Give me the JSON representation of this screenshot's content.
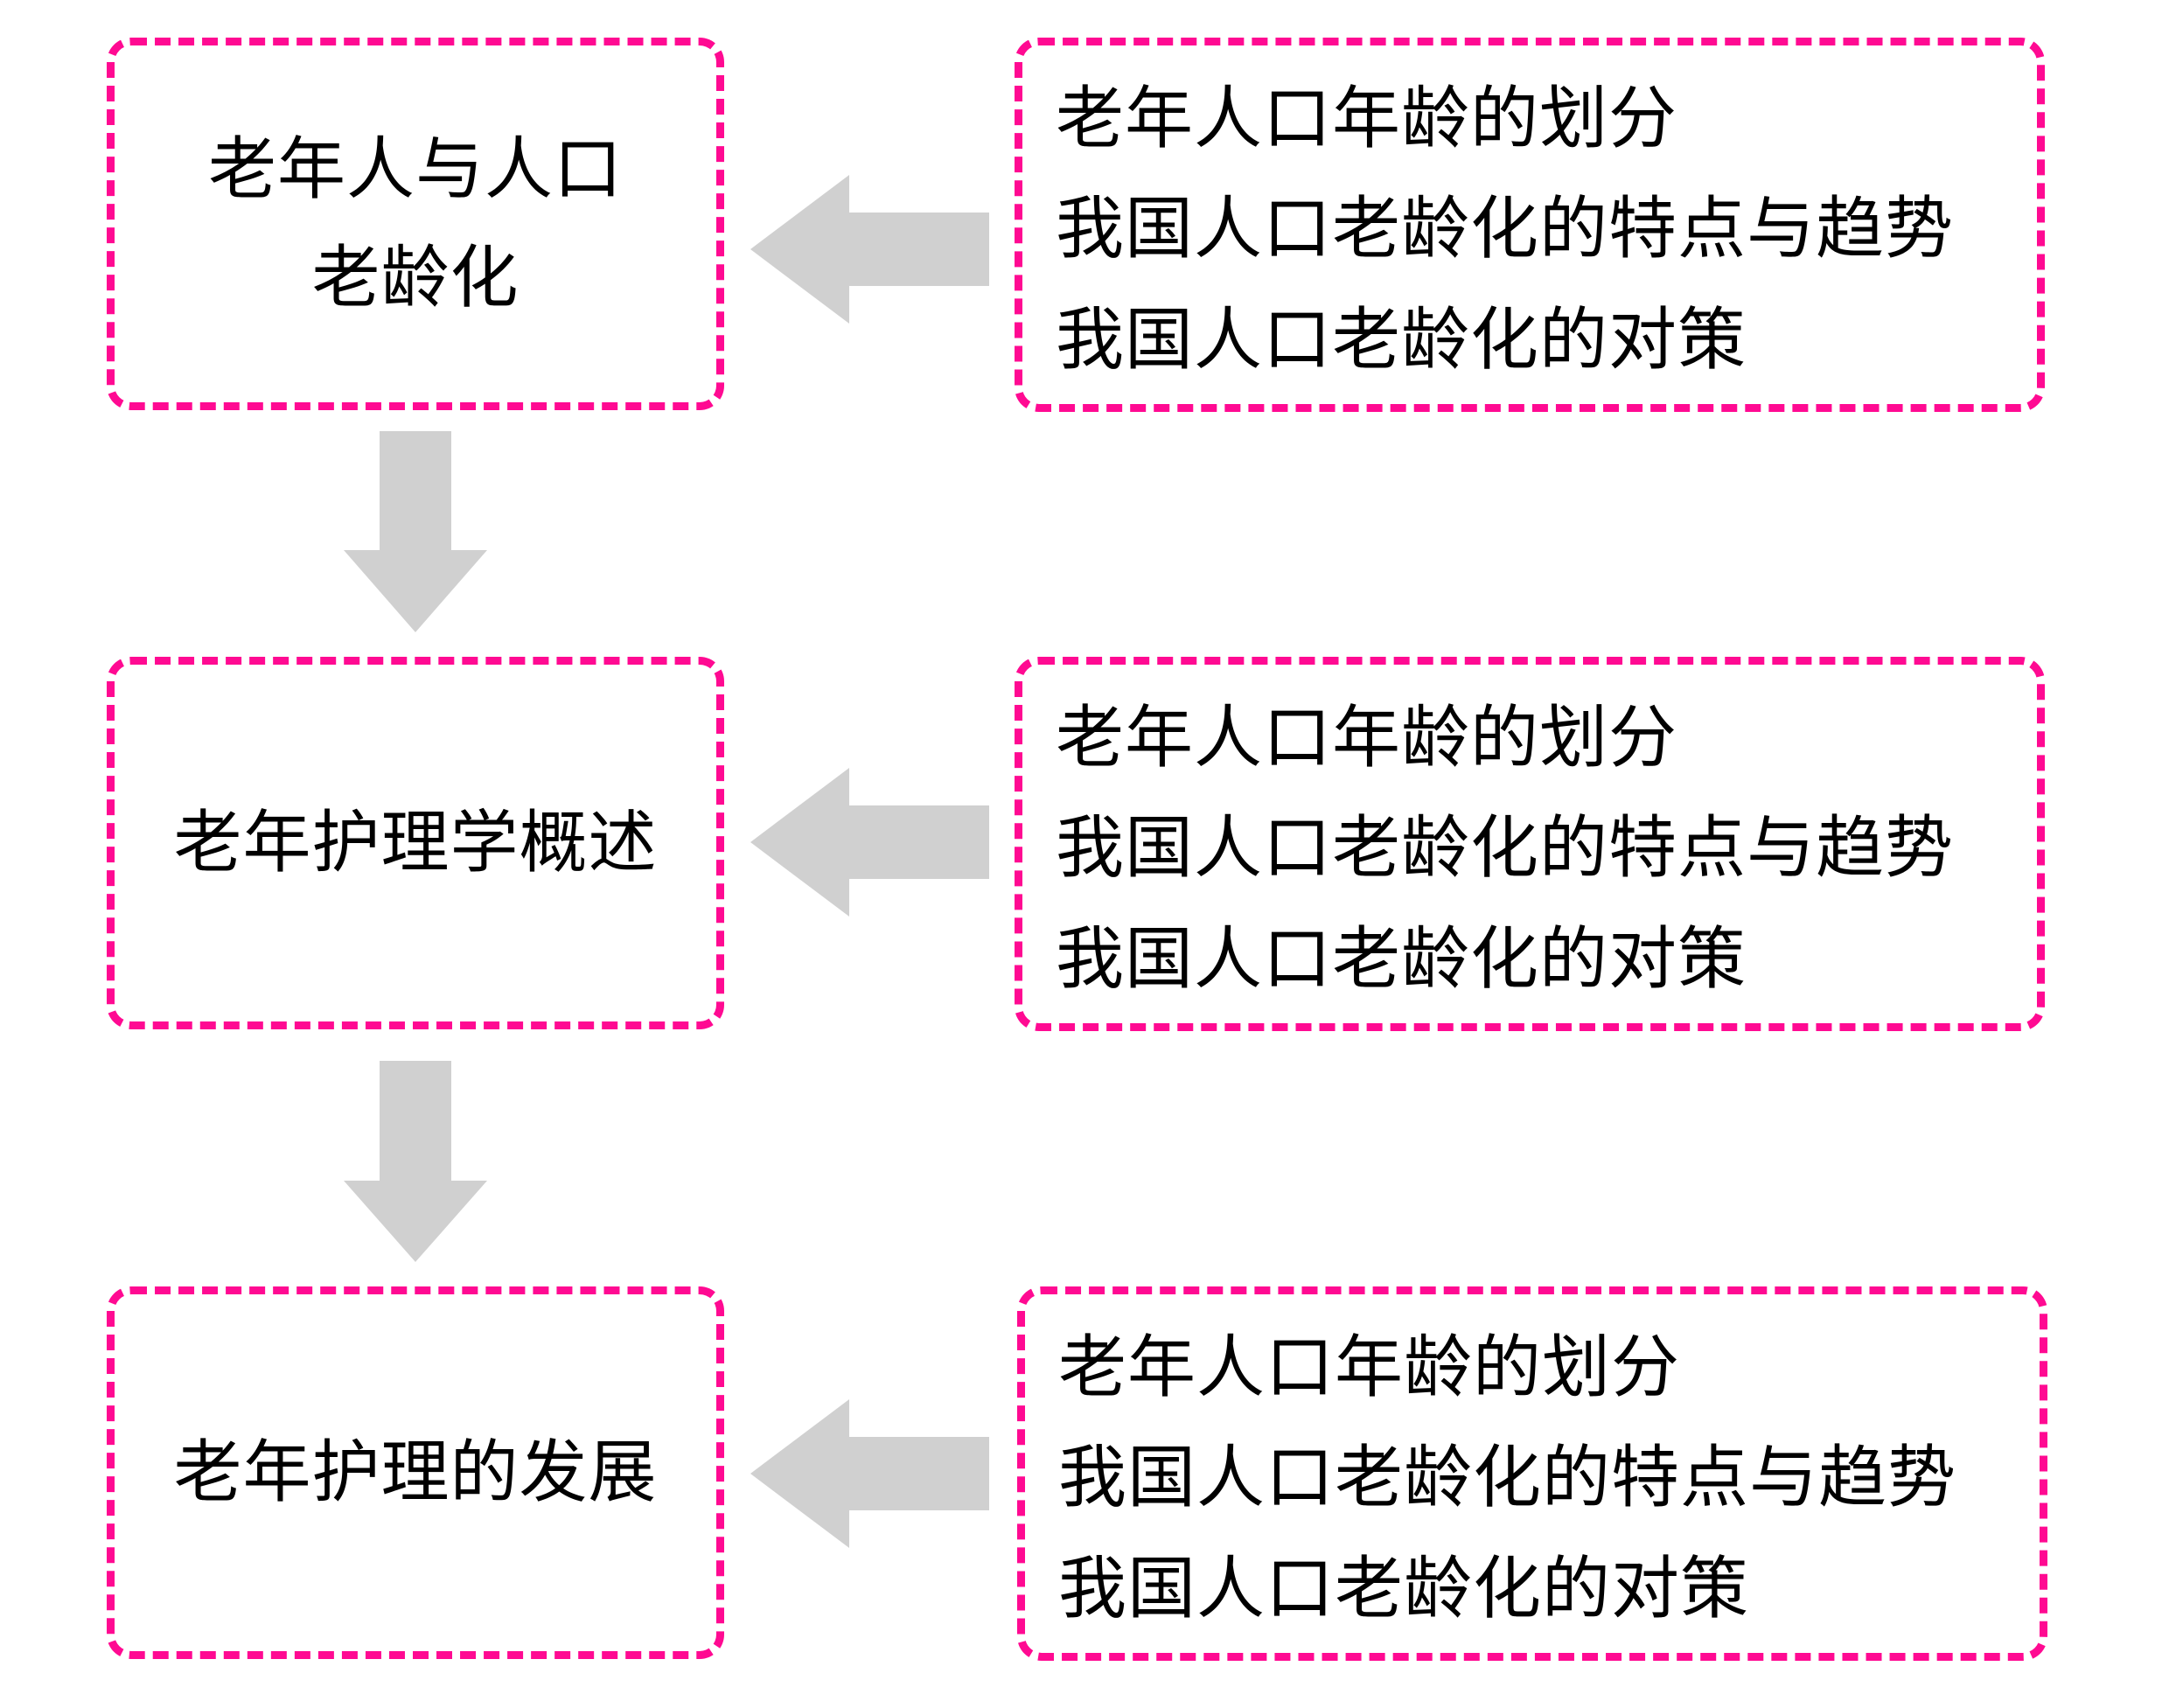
{
  "diagram": {
    "colors": {
      "box_border": "#FF0A92",
      "arrow_fill": "#D0D0D0",
      "text": "#000000"
    },
    "main_flow": [
      {
        "label_lines": [
          "老年人与人口",
          "老龄化"
        ]
      },
      {
        "label_lines": [
          "老年护理学概述"
        ]
      },
      {
        "label_lines": [
          "老年护理的发展"
        ]
      }
    ],
    "detail_boxes": [
      {
        "items": [
          "老年人口年龄的划分",
          "我国人口老龄化的特点与趋势",
          "我国人口老龄化的对策"
        ]
      },
      {
        "items": [
          "老年人口年龄的划分",
          "我国人口老龄化的特点与趋势",
          "我国人口老龄化的对策"
        ]
      },
      {
        "items": [
          "老年人口年龄的划分",
          "我国人口老龄化的特点与趋势",
          "我国人口老龄化的对策"
        ]
      }
    ],
    "connectors": {
      "down_arrows": [
        "main_flow.0 -> main_flow.1",
        "main_flow.1 -> main_flow.2"
      ],
      "left_arrows": [
        "detail_boxes.0 -> main_flow.0",
        "detail_boxes.1 -> main_flow.1",
        "detail_boxes.2 -> main_flow.2"
      ]
    }
  }
}
